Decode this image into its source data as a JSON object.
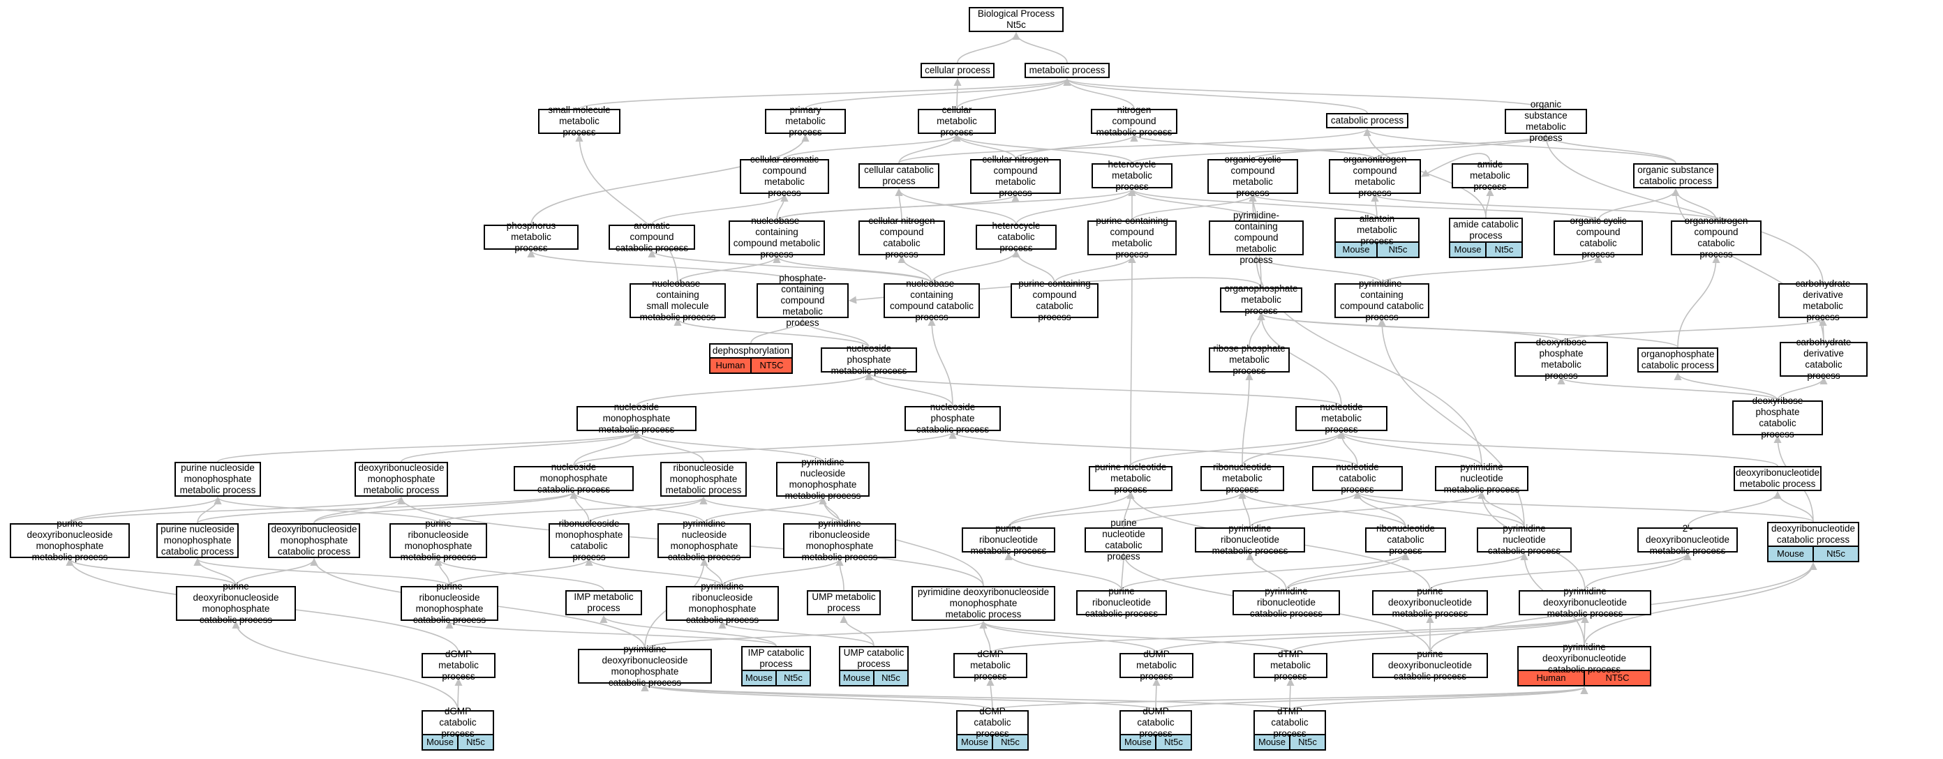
{
  "colors": {
    "edge": "#c0c0c0",
    "mouse_annotation": "#add8e6",
    "human_annotation": "#ff6347",
    "node_border": "#000000",
    "node_fill": "#ffffff"
  },
  "nodes": {
    "n_bp": {
      "label": "Biological Process\nNt5c"
    },
    "n_cellular": {
      "label": "cellular process"
    },
    "n_metabolic": {
      "label": "metabolic process"
    },
    "n_smallmol": {
      "label": "small molecule\nmetabolic process"
    },
    "n_primary": {
      "label": "primary metabolic\nprocess"
    },
    "n_cellmet": {
      "label": "cellular metabolic\nprocess"
    },
    "n_nitrogen": {
      "label": "nitrogen compound\nmetabolic process"
    },
    "n_catabolic": {
      "label": "catabolic process"
    },
    "n_orgsub": {
      "label": "organic substance\nmetabolic process"
    },
    "n_cellarom": {
      "label": "cellular aromatic\ncompound metabolic\nprocess"
    },
    "n_cellcat": {
      "label": "cellular catabolic\nprocess"
    },
    "n_cellnitro": {
      "label": "cellular nitrogen\ncompound metabolic\nprocess"
    },
    "n_heteromet": {
      "label": "heterocycle\nmetabolic process"
    },
    "n_orgcyc": {
      "label": "organic cyclic\ncompound metabolic\nprocess"
    },
    "n_organonitro": {
      "label": "organonitrogen\ncompound metabolic\nprocess"
    },
    "n_amidemet": {
      "label": "amide metabolic\nprocess"
    },
    "n_orgsubcat": {
      "label": "organic substance\ncatabolic process"
    },
    "n_phosphorus": {
      "label": "phosphorus metabolic\nprocess"
    },
    "n_aromcat": {
      "label": "aromatic compound\ncatabolic process"
    },
    "n_nbcmet": {
      "label": "nucleobase-containing\ncompound metabolic\nprocess"
    },
    "n_cellnitrocat": {
      "label": "cellular nitrogen\ncompound catabolic\nprocess"
    },
    "n_heterocat": {
      "label": "heterocycle\ncatabolic process"
    },
    "n_purcontmet": {
      "label": "purine-containing\ncompound metabolic\nprocess"
    },
    "n_pyrcontmet": {
      "label": "pyrimidine-containing\ncompound metabolic\nprocess"
    },
    "n_allantoin": {
      "label": "allantoin metabolic\nprocess",
      "ann": [
        "Mouse",
        "Nt5c"
      ]
    },
    "n_amidecat": {
      "label": "amide catabolic\nprocess",
      "ann": [
        "Mouse",
        "Nt5c"
      ]
    },
    "n_orgcyccat": {
      "label": "organic cyclic\ncompound catabolic\nprocess"
    },
    "n_organonitrocat": {
      "label": "organonitrogen\ncompound catabolic\nprocess"
    },
    "n_nbcsmall": {
      "label": "nucleobase-containing\nsmall molecule\nmetabolic process"
    },
    "n_phoscont": {
      "label": "phosphate-containing\ncompound metabolic\nprocess"
    },
    "n_nbccat": {
      "label": "nucleobase-containing\ncompound catabolic\nprocess"
    },
    "n_purcontcat": {
      "label": "purine-containing\ncompound catabolic\nprocess"
    },
    "n_organophosmet": {
      "label": "organophosphate\nmetabolic process"
    },
    "n_pyrcontcat": {
      "label": "pyrimidine-containing\ncompound catabolic\nprocess"
    },
    "n_carbderivmet": {
      "label": "carbohydrate\nderivative metabolic\nprocess"
    },
    "n_dephos": {
      "label": "dephosphorylation",
      "ann": [
        "Human",
        "NT5C"
      ],
      "ann_color": "human"
    },
    "n_nucphosmet": {
      "label": "nucleoside phosphate\nmetabolic process"
    },
    "n_ribphosmet": {
      "label": "ribose phosphate\nmetabolic process"
    },
    "n_deoxyribphosmet": {
      "label": "deoxyribose\nphosphate metabolic\nprocess"
    },
    "n_organophoscat": {
      "label": "organophosphate\ncatabolic process"
    },
    "n_carbderivcat": {
      "label": "carbohydrate\nderivative catabolic\nprocess"
    },
    "n_nucmonomet": {
      "label": "nucleoside monophosphate\nmetabolic process"
    },
    "n_nucphoscat": {
      "label": "nucleoside phosphate\ncatabolic process"
    },
    "n_nucleotidemet": {
      "label": "nucleotide metabolic\nprocess"
    },
    "n_deoxyribphoscat": {
      "label": "deoxyribose\nphosphate catabolic\nprocess"
    },
    "n_purnucmonomet": {
      "label": "purine nucleoside\nmonophosphate\nmetabolic process"
    },
    "n_deoxynucmonomet": {
      "label": "deoxyribonucleoside\nmonophosphate\nmetabolic process"
    },
    "n_nucmonocat": {
      "label": "nucleoside monophosphate\ncatabolic process"
    },
    "n_ribonucmonomet": {
      "label": "ribonucleoside\nmonophosphate\nmetabolic process"
    },
    "n_pyrnucmonomet": {
      "label": "pyrimidine nucleoside\nmonophosphate\nmetabolic process"
    },
    "n_purnucleotidemet": {
      "label": "purine nucleotide\nmetabolic process"
    },
    "n_ribonucleotidemet": {
      "label": "ribonucleotide\nmetabolic process"
    },
    "n_nucleotidecat": {
      "label": "nucleotide catabolic\nprocess"
    },
    "n_pyrnucleotidemet": {
      "label": "pyrimidine nucleotide\nmetabolic process"
    },
    "n_deoxyribonucleotidemet": {
      "label": "deoxyribonucleotide\nmetabolic process"
    },
    "n_purdeoxynucmonomet": {
      "label": "purine deoxyribonucleoside\nmonophosphate\nmetabolic process"
    },
    "n_purnucmonocat": {
      "label": "purine nucleoside\nmonophosphate\ncatabolic process"
    },
    "n_deoxynucmonocat": {
      "label": "deoxyribonucleoside\nmonophosphate\ncatabolic process"
    },
    "n_purribonucmonomet": {
      "label": "purine ribonucleoside\nmonophosphate\nmetabolic process"
    },
    "n_ribonucmonocat": {
      "label": "ribonucleoside\nmonophosphate\ncatabolic process"
    },
    "n_pyrnucmonocat": {
      "label": "pyrimidine nucleoside\nmonophosphate\ncatabolic process"
    },
    "n_pyrribonucmonomet": {
      "label": "pyrimidine ribonucleoside\nmonophosphate\nmetabolic process"
    },
    "n_purribonucleotidemet": {
      "label": "purine ribonucleotide\nmetabolic process"
    },
    "n_purnucleotidecat": {
      "label": "purine nucleotide\ncatabolic process"
    },
    "n_pyrribonucleotidemet": {
      "label": "pyrimidine ribonucleotide\nmetabolic process"
    },
    "n_ribonucleotidecat": {
      "label": "ribonucleotide\ncatabolic process"
    },
    "n_pyrnucleotidecat": {
      "label": "pyrimidine nucleotide\ncatabolic process"
    },
    "n_2deoxymet": {
      "label": "2'-deoxyribonucleotide\nmetabolic process"
    },
    "n_deoxyribonucleotidecat": {
      "label": "deoxyribonucleotide\ncatabolic process",
      "ann": [
        "Mouse",
        "Nt5c"
      ]
    },
    "n_purdeoxynucmonocat": {
      "label": "purine deoxyribonucleoside\nmonophosphate\ncatabolic process"
    },
    "n_purribonucmonocat": {
      "label": "purine ribonucleoside\nmonophosphate\ncatabolic process"
    },
    "n_imp": {
      "label": "IMP metabolic\nprocess"
    },
    "n_pyrribonucmonocat": {
      "label": "pyrimidine ribonucleoside\nmonophosphate\ncatabolic process"
    },
    "n_ump": {
      "label": "UMP metabolic\nprocess"
    },
    "n_pyrdeoxynucmonomet": {
      "label": "pyrimidine deoxyribonucleoside\nmonophosphate\nmetabolic process"
    },
    "n_purribonucleotidecat": {
      "label": "purine ribonucleotide\ncatabolic process"
    },
    "n_pyrribonucleotidecat": {
      "label": "pyrimidine ribonucleotide\ncatabolic process"
    },
    "n_purdeoxymet": {
      "label": "purine deoxyribonucleotide\nmetabolic process"
    },
    "n_pyrdeoxymet": {
      "label": "pyrimidine deoxyribonucleotide\nmetabolic process"
    },
    "n_dgmp": {
      "label": "dGMP metabolic\nprocess"
    },
    "n_impcat": {
      "label": "IMP catabolic\nprocess",
      "ann": [
        "Mouse",
        "Nt5c"
      ]
    },
    "n_umpcat": {
      "label": "UMP catabolic\nprocess",
      "ann": [
        "Mouse",
        "Nt5c"
      ]
    },
    "n_pyrdeoxynucmonocat": {
      "label": "pyrimidine deoxyribonucleoside\nmonophosphate\ncatabolic process"
    },
    "n_dcmp": {
      "label": "dCMP metabolic\nprocess"
    },
    "n_dump": {
      "label": "dUMP metabolic\nprocess"
    },
    "n_dtmp": {
      "label": "dTMP metabolic\nprocess"
    },
    "n_purdeoxycat": {
      "label": "purine deoxyribonucleotide\ncatabolic process"
    },
    "n_pyrdeoxycat": {
      "label": "pyrimidine deoxyribonucleotide\ncatabolic process",
      "ann": [
        "Human",
        "NT5C"
      ],
      "ann_color": "human"
    },
    "n_dgmpcat": {
      "label": "dGMP catabolic\nprocess",
      "ann": [
        "Mouse",
        "Nt5c"
      ]
    },
    "n_dcmpcat": {
      "label": "dCMP catabolic\nprocess",
      "ann": [
        "Mouse",
        "Nt5c"
      ]
    },
    "n_dumpcat": {
      "label": "dUMP catabolic\nprocess",
      "ann": [
        "Mouse",
        "Nt5c"
      ]
    },
    "n_dtmpcat": {
      "label": "dTMP catabolic\nprocess",
      "ann": [
        "Mouse",
        "Nt5c"
      ]
    }
  }
}
